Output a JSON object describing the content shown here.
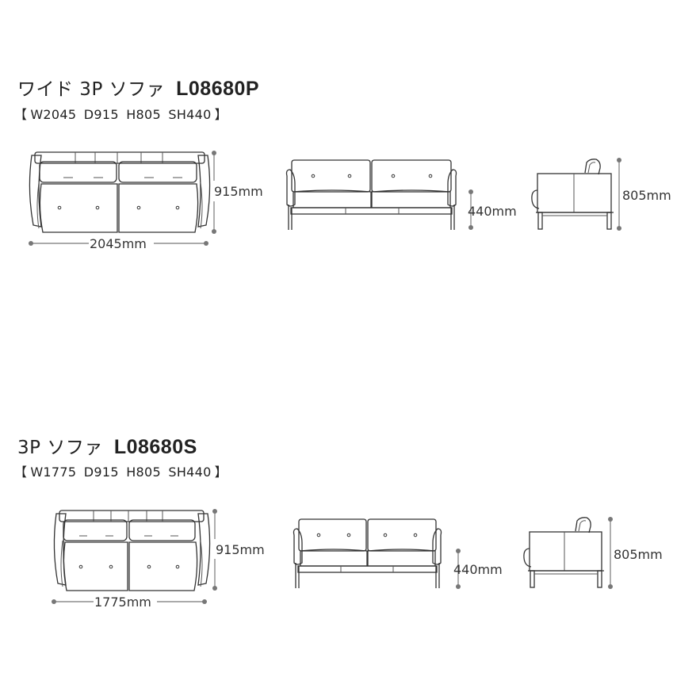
{
  "products": [
    {
      "name": "ワイド 3P ソファ",
      "code": "L08680P",
      "specs": [
        "【",
        "W2045",
        "D915",
        "H805",
        "SH440",
        "】"
      ],
      "dims": {
        "width": "2045mm",
        "depth": "915mm",
        "seat_height": "440mm",
        "height": "805mm"
      }
    },
    {
      "name": "3P ソファ",
      "code": "L08680S",
      "specs": [
        "【",
        "W1775",
        "D915",
        "H805",
        "SH440",
        "】"
      ],
      "dims": {
        "width": "1775mm",
        "depth": "915mm",
        "seat_height": "440mm",
        "height": "805mm"
      }
    }
  ]
}
